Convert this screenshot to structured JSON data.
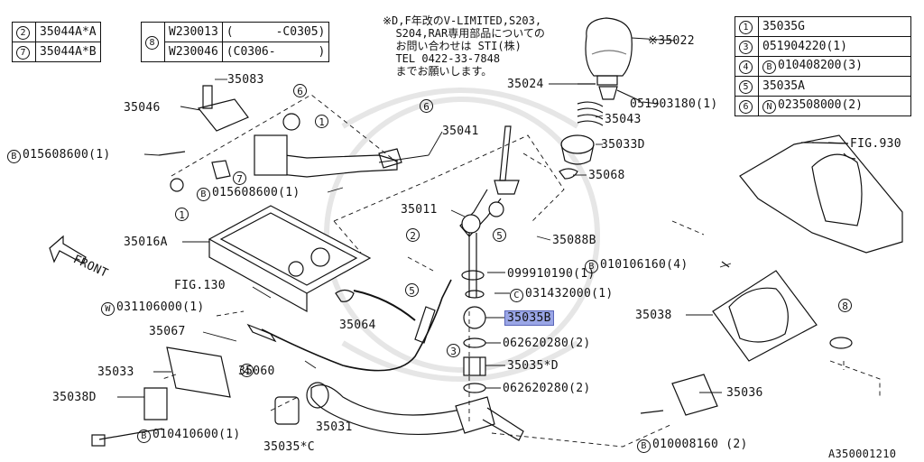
{
  "tables": {
    "top_left_a": [
      {
        "mark": "2",
        "part": "35044A*A"
      },
      {
        "mark": "7",
        "part": "35044A*B"
      }
    ],
    "top_left_b": {
      "mark": "8",
      "rows": [
        {
          "part": "W230013",
          "range": "(      -C0305)"
        },
        {
          "part": "W230046",
          "range": "(C0306-      )"
        }
      ]
    },
    "top_right": [
      {
        "mark": "1",
        "part": "35035G"
      },
      {
        "mark": "3",
        "part": "051904220(1)"
      },
      {
        "mark": "4",
        "part": "B",
        "part_suffix": "010408200(3)"
      },
      {
        "mark": "5",
        "part": "35035A"
      },
      {
        "mark": "6",
        "part": "N",
        "part_suffix": "023508000(2)"
      }
    ]
  },
  "note_text": "※D,F年改のV-LIMITED,S203,\n  S204,RAR専用部品についての\n  お問い合わせは STI(株)\n  TEL 0422-33-7848\n  までお願いします。",
  "labels": {
    "p35022": "※35022",
    "p35024": "35024",
    "p051903180": "051903180(1)",
    "p35043": "35043",
    "p35033D": "35033D",
    "p35068": "35068",
    "fig930": "FIG.930",
    "p35083": "35083",
    "p35046": "35046",
    "p015608600a": "015608600(1)",
    "p015608600b": "015608600(1)",
    "p35041": "35041",
    "p35011": "35011",
    "p35088B": "35088B",
    "p35016A": "35016A",
    "front": "FRONT",
    "fig130": "FIG.130",
    "p031106000": "031106000(1)",
    "p35067": "35067",
    "p35064": "35064",
    "p099910190": "099910190(1)",
    "p010106160": "010106160(4)",
    "p031432000": "031432000(1)",
    "p35038": "35038",
    "p35035B": "35035B",
    "p062620280a": "062620280(2)",
    "p35035D": "35035*D",
    "p062620280b": "062620280(2)",
    "p35033": "35033",
    "p35038D": "35038D",
    "p35060": "35060",
    "p35031": "35031",
    "p35036": "35036",
    "p010410600": "010410600(1)",
    "p35035C": "35035*C",
    "p010008160": "010008160 (2)",
    "diagram_id": "A350001210"
  },
  "prefix_marks": {
    "B": "B",
    "W": "W",
    "C": "C",
    "N": "N"
  },
  "callouts": {
    "c1": "1",
    "c2": "2",
    "c3": "3",
    "c4": "4",
    "c5": "5",
    "c6": "6",
    "c7": "7",
    "c8": "8"
  },
  "highlight_color": "#9aa6e6"
}
